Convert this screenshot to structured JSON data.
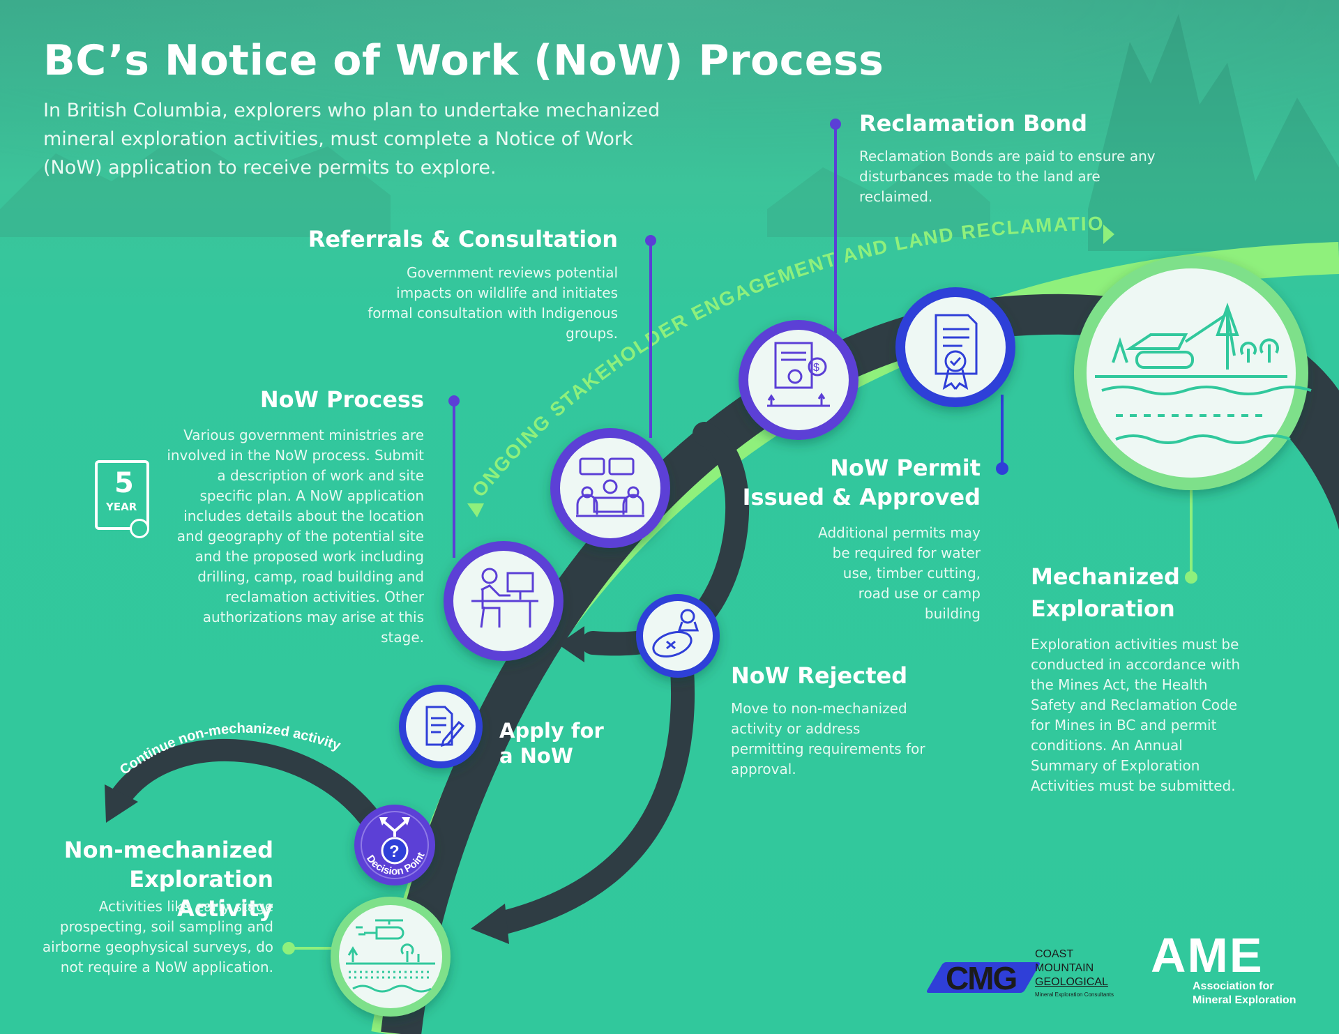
{
  "header": {
    "title": "BC’s Notice of Work (NoW) Process",
    "intro": "In British Columbia, explorers who plan to undertake mechanized mineral exploration activities, must complete a Notice of Work (NoW) application to receive permits to explore."
  },
  "arc_label": "ONGOING STAKEHOLDER ENGAGEMENT AND LAND RECLAMATION",
  "loop_label": "Continue non-mechanized activity",
  "decision_label": "Decision Point",
  "steps": {
    "reclamation": {
      "title": "Reclamation Bond",
      "desc": "Reclamation Bonds are paid to ensure any disturbances made to the land are reclaimed."
    },
    "referrals": {
      "title": "Referrals & Consultation",
      "desc": "Government reviews potential impacts on wildlife and initiates formal consultation with Indigenous groups."
    },
    "now_process": {
      "title": "NoW Process",
      "desc": "Various government ministries are involved in the NoW process. Submit a description of work and site specific plan. A NoW application includes details about the location and geography of the potential site and the proposed work including drilling, camp, road building and reclamation activities. Other authorizations may arise at this stage."
    },
    "permit": {
      "title_line1": "NoW Permit",
      "title_line2": "Issued & Approved",
      "desc": "Additional permits may be required for water use, timber cutting, road use or camp building"
    },
    "mechanized": {
      "title_line1": "Mechanized",
      "title_line2": "Exploration",
      "desc": "Exploration activities must be conducted in accordance with the Mines Act, the Health Safety and Reclamation Code for Mines in BC and permit conditions. An Annual Summary of Exploration Activities must be submitted."
    },
    "rejected": {
      "title": "NoW Rejected",
      "desc": "Move to non-mechanized activity or address permitting requirements for approval."
    },
    "apply": {
      "title_line1": "Apply for",
      "title_line2": "a NoW"
    },
    "nonmech": {
      "title_line1": "Non-mechanized",
      "title_line2": "Exploration Activity",
      "desc": "Activities like early stage prospecting, soil sampling and airborne geophysical surveys, do not require a NoW application."
    }
  },
  "badge": {
    "number": "5",
    "label": "YEAR"
  },
  "logos": {
    "cmg_mark": "CMG",
    "cmg_line1": "COAST",
    "cmg_line2": "MOUNTAIN",
    "cmg_line3": "GEOLOGICAL",
    "cmg_tagline": "Mineral Exploration Consultants",
    "ame_mark": "AME",
    "ame_line1": "Association for",
    "ame_line2": "Mineral Exploration"
  },
  "colors": {
    "background": "#31c89c",
    "road": "#2f3d44",
    "arc_light": "#8ff07c",
    "accent_purple": "#5b3fd6",
    "accent_blue": "#2f3fd8",
    "circle_fill": "#eef8f4"
  }
}
